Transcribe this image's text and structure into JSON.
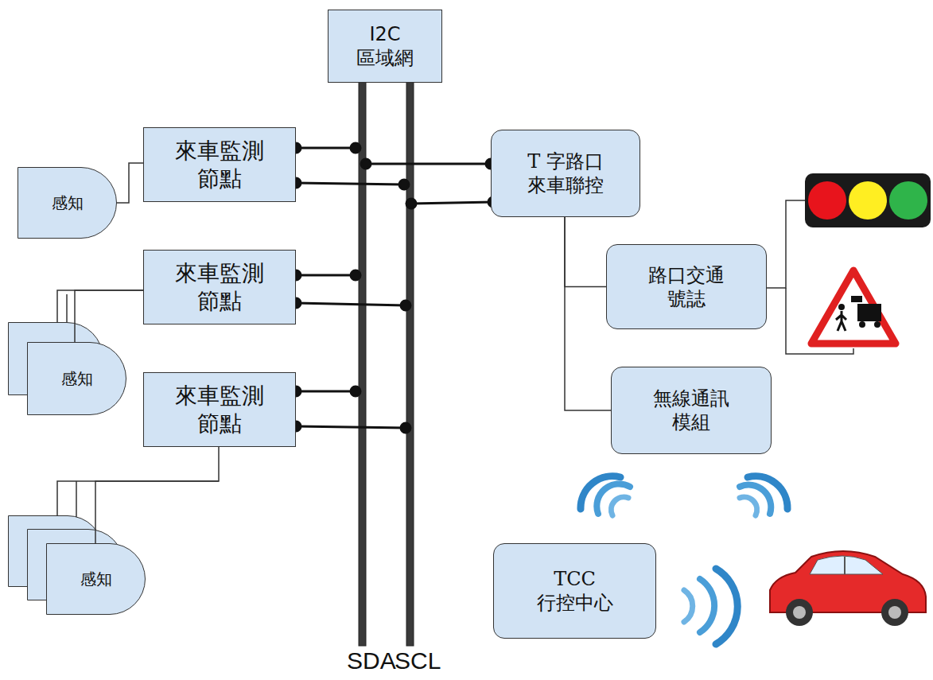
{
  "diagram": {
    "nodes": [
      {
        "text": [
          "I2C 區域網"
        ]
      },
      {
        "text": [
          "來車監測節點"
        ]
      },
      {
        "text": [
          "感知"
        ]
      },
      {
        "text": [
          "T 字路口 來車聯控"
        ]
      },
      {
        "text": [
          "來車監測節點"
        ]
      },
      {
        "text": [
          "路口交通號誌"
        ]
      },
      {
        "text": [
          "感知"
        ]
      },
      {
        "text": [
          "來車監測節點"
        ]
      },
      {
        "text": [
          "無線通訊模組"
        ]
      },
      {
        "text": [
          "感知"
        ]
      },
      {
        "text": [
          "TCC 行控中心"
        ]
      }
    ],
    "edges": [
      {
        "from": 2,
        "to": 1,
        "arrow": "none"
      },
      {
        "from": 6,
        "to": 4,
        "arrow": "none"
      },
      {
        "from": 9,
        "to": 7,
        "arrow": "none"
      },
      {
        "from": 3,
        "to": 5,
        "arrow": "none"
      },
      {
        "from": 3,
        "to": 8,
        "arrow": "none"
      }
    ],
    "labels": [
      "SDA",
      "SCL"
    ]
  }
}
